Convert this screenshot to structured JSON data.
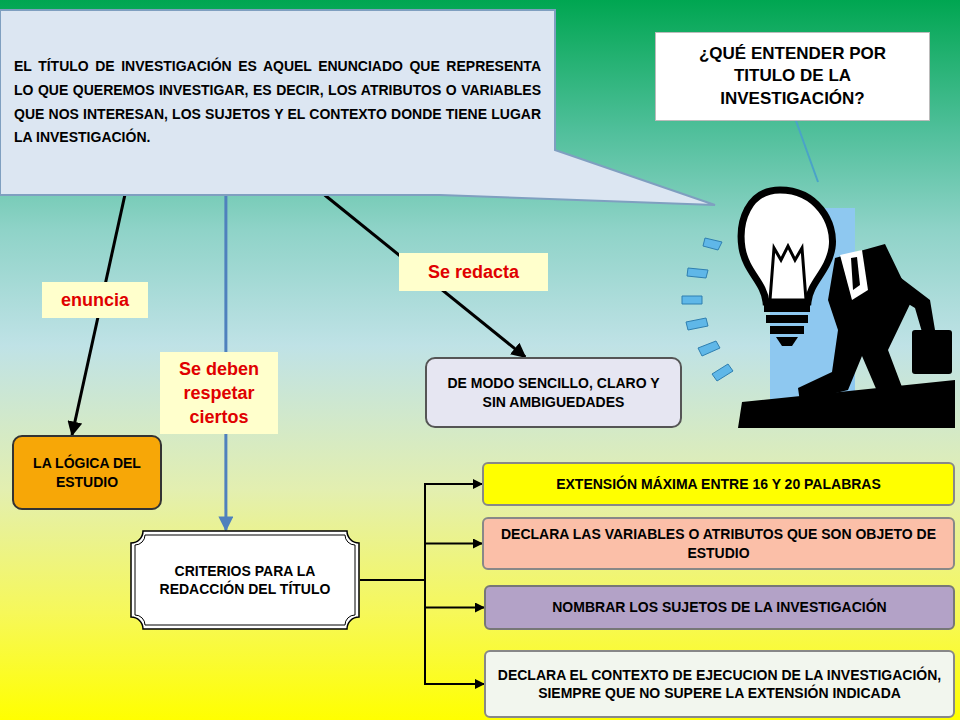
{
  "diagram": {
    "nodes": [
      {
        "text": [
          "EL TÍTULO DE INVESTIGACIÓN ES AQUEL ENUNCIADO QUE REPRESENTA LO QUE QUEREMOS INVESTIGAR, ES DECIR, LOS ATRIBUTOS O VARIABLES QUE NOS INTERESAN, LOS SUJETOS Y EL CONTEXTO DONDE TIENE LUGAR LA INVESTIGACIÓN."
        ]
      },
      {
        "text": [
          "¿QUÉ ENTENDER POR TITULO DE LA INVESTIGACIÓN?"
        ]
      },
      {
        "text": [
          "LA LÓGICA DEL ESTUDIO"
        ]
      },
      {
        "text": [
          "CRITERIOS PARA LA REDACCIÓN DEL TÍTULO"
        ]
      },
      {
        "text": [
          "DE MODO SENCILLO, CLARO Y SIN AMBIGUEDADES"
        ]
      },
      {
        "text": [
          "EXTENSIÓN MÁXIMA ENTRE 16 Y 20 PALABRAS"
        ]
      },
      {
        "text": [
          "DECLARA LAS VARIABLES O ATRIBUTOS QUE SON OBJETO DE ESTUDIO"
        ]
      },
      {
        "text": [
          "NOMBRAR LOS SUJETOS DE LA INVESTIGACIÓN"
        ]
      },
      {
        "text": [
          "DECLARA EL CONTEXTO DE EJECUCION DE LA INVESTIGACIÓN, SIEMPRE QUE NO SUPERE LA EXTENSIÓN INDICADA"
        ]
      }
    ],
    "edges": [
      {
        "from": 0,
        "to": 2,
        "label": "enuncia",
        "arrow": "to"
      },
      {
        "from": 0,
        "to": 3,
        "label": "Se deben respetar ciertos",
        "arrow": "to"
      },
      {
        "from": 0,
        "to": 4,
        "label": "Se redacta",
        "arrow": "to"
      },
      {
        "from": 3,
        "to": 5,
        "arrow": "to"
      },
      {
        "from": 3,
        "to": 6,
        "arrow": "to"
      },
      {
        "from": 3,
        "to": 7,
        "arrow": "to"
      },
      {
        "from": 3,
        "to": 8,
        "arrow": "to"
      }
    ]
  }
}
